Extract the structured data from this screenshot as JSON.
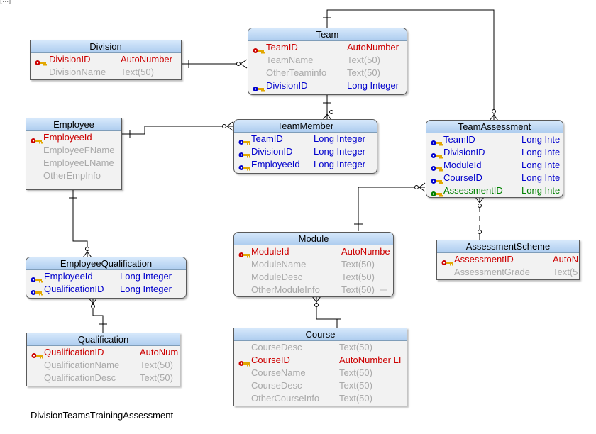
{
  "diagram_title": "DivisionTeamsTrainingAssessment",
  "top_mark": "[...]",
  "colors": {
    "primary_key": "#cc0000",
    "foreign_key": "#0000cc",
    "plain_field": "#a9a9a9",
    "alternate_key": "#008000",
    "header_gradient_top": "#d6e8fb",
    "header_gradient_bottom": "#aecdef"
  },
  "tables": {
    "division": {
      "title": "Division",
      "rows": [
        {
          "name": "DivisionID",
          "type": "AutoNumber",
          "kind": "pk"
        },
        {
          "name": "DivisionName",
          "type": "Text(50)",
          "kind": "plain"
        }
      ]
    },
    "team": {
      "title": "Team",
      "rows": [
        {
          "name": "TeamID",
          "type": "AutoNumber",
          "kind": "pk"
        },
        {
          "name": "TeamName",
          "type": "Text(50)",
          "kind": "plain"
        },
        {
          "name": "OtherTeaminfo",
          "type": "Text(50)",
          "kind": "plain"
        },
        {
          "name": "DivisionID",
          "type": "Long Integer",
          "kind": "fk"
        }
      ]
    },
    "employee": {
      "title": "Employee",
      "rows": [
        {
          "name": "EmployeeId",
          "type": "",
          "kind": "pk"
        },
        {
          "name": "EmployeeFName",
          "type": "",
          "kind": "plain"
        },
        {
          "name": "EmployeeLName",
          "type": "",
          "kind": "plain"
        },
        {
          "name": "OtherEmpInfo",
          "type": "",
          "kind": "plain"
        }
      ]
    },
    "team_member": {
      "title": "TeamMember",
      "rows": [
        {
          "name": "TeamID",
          "type": "Long Integer",
          "kind": "fk"
        },
        {
          "name": "DivisionID",
          "type": "Long Integer",
          "kind": "fk"
        },
        {
          "name": "EmployeeId",
          "type": "Long Integer",
          "kind": "fk"
        }
      ]
    },
    "team_assessment": {
      "title": "TeamAssessment",
      "rows": [
        {
          "name": "TeamID",
          "type": "Long Inte",
          "kind": "fk"
        },
        {
          "name": "DivisionID",
          "type": "Long Inte",
          "kind": "fk"
        },
        {
          "name": "ModuleId",
          "type": "Long Inte",
          "kind": "fk"
        },
        {
          "name": "CourseID",
          "type": "Long Inte",
          "kind": "fk"
        },
        {
          "name": "AssessmentID",
          "type": "Long Inte",
          "kind": "ak"
        }
      ]
    },
    "employee_qualification": {
      "title": "EmployeeQualification",
      "rows": [
        {
          "name": "EmployeeId",
          "type": "Long Integer",
          "kind": "fk"
        },
        {
          "name": "QualificationID",
          "type": "Long Integer",
          "kind": "fk"
        }
      ]
    },
    "module": {
      "title": "Module",
      "rows": [
        {
          "name": "ModuleId",
          "type": "AutoNumbe",
          "kind": "pk"
        },
        {
          "name": "ModuleName",
          "type": "Text(50)",
          "kind": "plain"
        },
        {
          "name": "ModuleDesc",
          "type": "Text(50)",
          "kind": "plain"
        },
        {
          "name": "OtherModuleInfo",
          "type": "Text(50)",
          "kind": "plain"
        }
      ]
    },
    "assessment_scheme": {
      "title": "AssessmentScheme",
      "rows": [
        {
          "name": "AssessmentID",
          "type": "AutoN",
          "kind": "pk"
        },
        {
          "name": "AssessmentGrade",
          "type": "Text(5",
          "kind": "plain"
        }
      ]
    },
    "qualification": {
      "title": "Qualification",
      "rows": [
        {
          "name": "QualificationID",
          "type": "AutoNum",
          "kind": "pk"
        },
        {
          "name": "QualificationName",
          "type": "Text(50)",
          "kind": "plain"
        },
        {
          "name": "QualificationDesc",
          "type": "Text(50)",
          "kind": "plain"
        }
      ]
    },
    "course": {
      "title": "Course",
      "rows": [
        {
          "name": "CourseDesc",
          "type": "Text(50)",
          "kind": "plain"
        },
        {
          "name": "CourseID",
          "type": "AutoNumber LI",
          "kind": "pk"
        },
        {
          "name": "CourseName",
          "type": "Text(50)",
          "kind": "plain"
        },
        {
          "name": "CourseDesc",
          "type": "Text(50)",
          "kind": "plain"
        },
        {
          "name": "OtherCourseInfo",
          "type": "Text(50)",
          "kind": "plain"
        }
      ]
    }
  }
}
